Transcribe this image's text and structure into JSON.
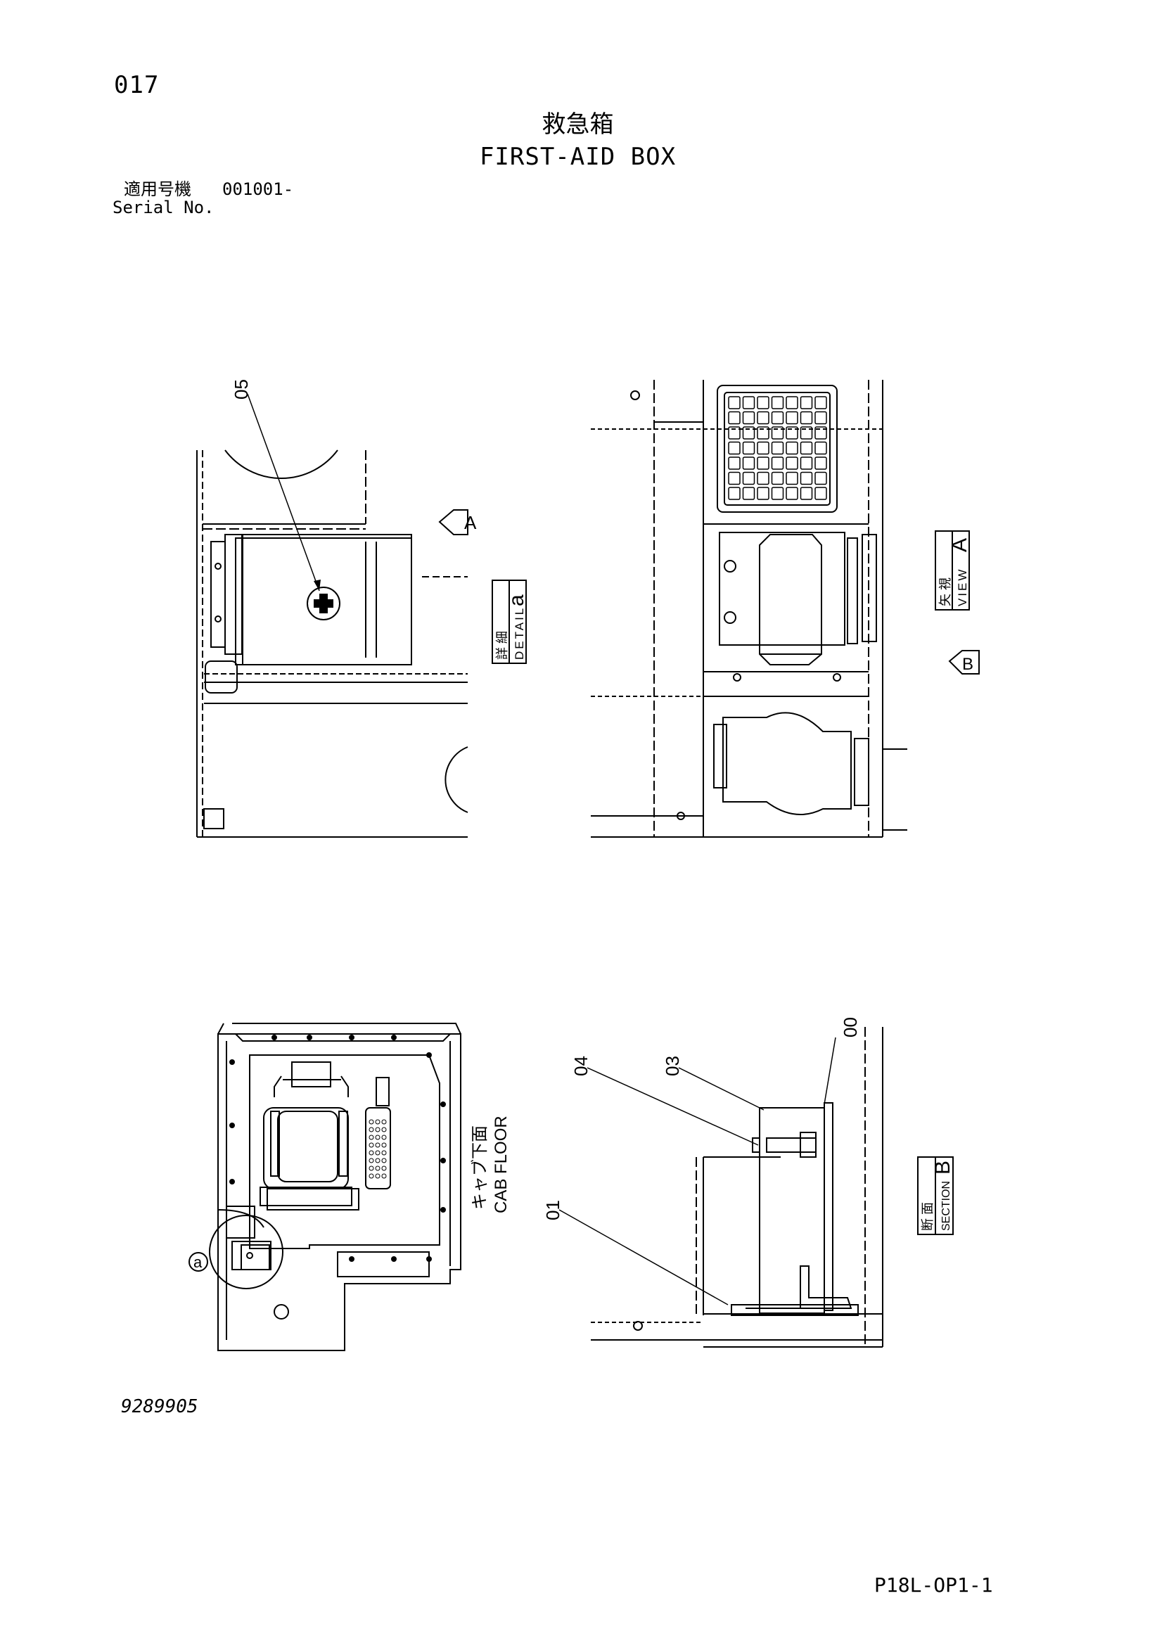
{
  "page": {
    "number": "017",
    "title_jp": "救急箱",
    "title_en": "FIRST-AID BOX",
    "serial_label_jp": "適用号機",
    "serial_value": "001001-",
    "serial_label_en": "Serial No.",
    "drawing_number": "9289905",
    "sheet_code": "P18L-OP1-1"
  },
  "labels": {
    "detail_a": {
      "jp": "詳 細",
      "en": "DETAIL",
      "letter": "a"
    },
    "view_a": {
      "jp": "矢 視",
      "en": "VIEW",
      "letter": "A"
    },
    "section_b": {
      "jp": "断 面",
      "en": "SECTION",
      "letter": "B"
    },
    "cab_floor_jp": "キャブ下面",
    "cab_floor_en": "CAB FLOOR",
    "arrow_a": "A",
    "arrow_b": "B",
    "circle_a": "a"
  },
  "callouts": {
    "part_05": "05",
    "part_00": "00",
    "part_01": "01",
    "part_03": "03",
    "part_04": "04"
  }
}
